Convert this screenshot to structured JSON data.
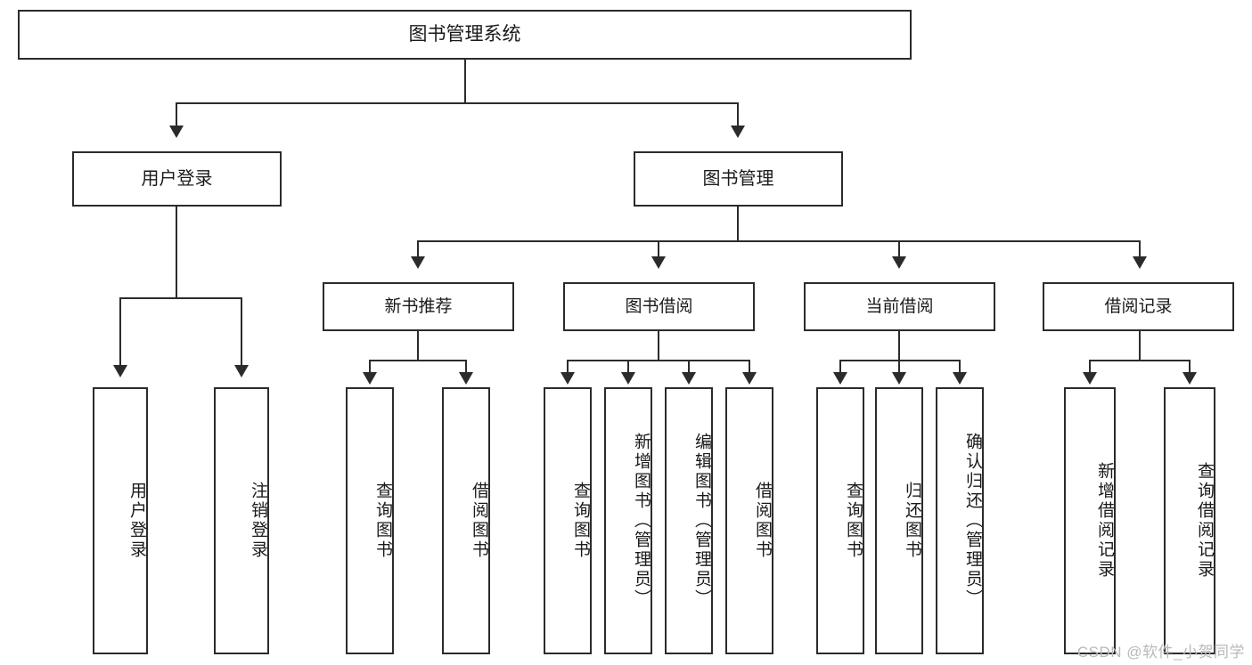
{
  "diagram": {
    "type": "tree",
    "title": "图书管理系统",
    "root": {
      "label": "图书管理系统"
    },
    "level2": [
      {
        "id": "user-login",
        "label": "用户登录"
      },
      {
        "id": "book-manage",
        "label": "图书管理"
      }
    ],
    "level3": [
      {
        "id": "new-book-recommend",
        "label": "新书推荐",
        "parent": "book-manage"
      },
      {
        "id": "book-borrow",
        "label": "图书借阅",
        "parent": "book-manage"
      },
      {
        "id": "current-borrow",
        "label": "当前借阅",
        "parent": "book-manage"
      },
      {
        "id": "borrow-record",
        "label": "借阅记录",
        "parent": "book-manage"
      }
    ],
    "leaves": [
      {
        "id": "leaf-user-login",
        "label": "用户登录",
        "parent": "user-login"
      },
      {
        "id": "leaf-user-logout",
        "label": "注销登录",
        "parent": "user-login"
      },
      {
        "id": "leaf-query-book-1",
        "label": "查询图书",
        "parent": "new-book-recommend"
      },
      {
        "id": "leaf-borrow-book-1",
        "label": "借阅图书",
        "parent": "new-book-recommend"
      },
      {
        "id": "leaf-query-book-2",
        "label": "查询图书",
        "parent": "book-borrow"
      },
      {
        "id": "leaf-add-book",
        "label": "新增图书（管理员）",
        "parent": "book-borrow"
      },
      {
        "id": "leaf-edit-book",
        "label": "编辑图书（管理员）",
        "parent": "book-borrow"
      },
      {
        "id": "leaf-borrow-book-2",
        "label": "借阅图书",
        "parent": "book-borrow"
      },
      {
        "id": "leaf-query-book-3",
        "label": "查询图书",
        "parent": "current-borrow"
      },
      {
        "id": "leaf-return-book",
        "label": "归还图书",
        "parent": "current-borrow"
      },
      {
        "id": "leaf-confirm-return",
        "label": "确认归还（管理员）",
        "parent": "current-borrow"
      },
      {
        "id": "leaf-add-record",
        "label": "新增借阅记录",
        "parent": "borrow-record"
      },
      {
        "id": "leaf-query-record",
        "label": "查询借阅记录",
        "parent": "borrow-record"
      }
    ]
  },
  "watermark": {
    "text": "CSDN @软件_小贺同学"
  },
  "colors": {
    "stroke": "#2b2b2b",
    "background": "#ffffff",
    "text": "#1a1a1a",
    "watermark": "#b9b9b9"
  }
}
